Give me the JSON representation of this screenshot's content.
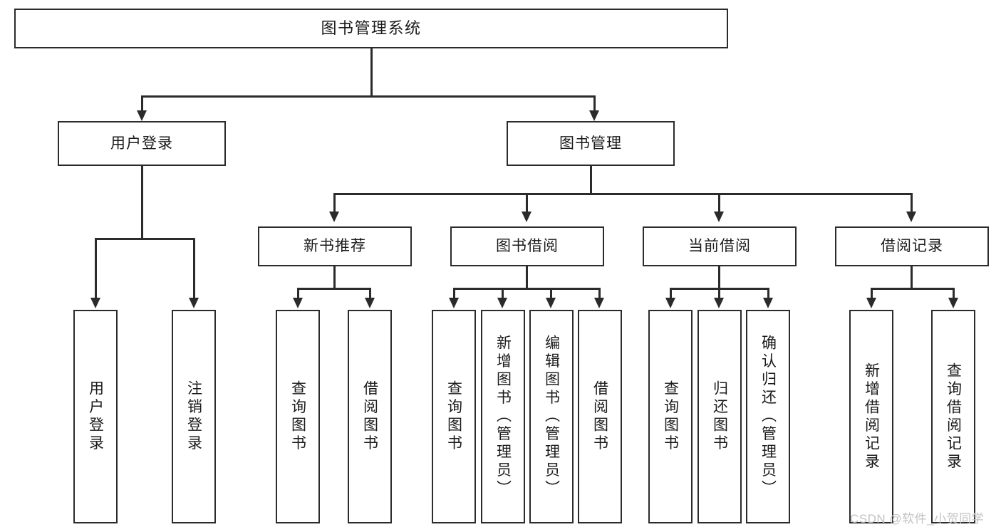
{
  "diagram": {
    "title": "图书管理系统",
    "type": "tree-hierarchy",
    "root": {
      "label": "图书管理系统"
    },
    "level2": [
      {
        "label": "用户登录"
      },
      {
        "label": "图书管理"
      }
    ],
    "level3": [
      {
        "label": "新书推荐"
      },
      {
        "label": "图书借阅"
      },
      {
        "label": "当前借阅"
      },
      {
        "label": "借阅记录"
      }
    ],
    "leaves": {
      "user_login": [
        {
          "label": "用户登录"
        },
        {
          "label": "注销登录"
        }
      ],
      "new_book_recommend": [
        {
          "label": "查询图书"
        },
        {
          "label": "借阅图书"
        }
      ],
      "book_borrow": [
        {
          "label": "查询图书"
        },
        {
          "label": "新增图书（管理员）"
        },
        {
          "label": "编辑图书（管理员）"
        },
        {
          "label": "借阅图书"
        }
      ],
      "current_borrow": [
        {
          "label": "查询图书"
        },
        {
          "label": "归还图书"
        },
        {
          "label": "确认归还（管理员）"
        }
      ],
      "borrow_record": [
        {
          "label": "新增借阅记录"
        },
        {
          "label": "查询借阅记录"
        }
      ]
    }
  },
  "watermark": {
    "text": "CSDN @软件_小贺同学"
  },
  "colors": {
    "line": "#2b2b2b",
    "box_fill": "#ffffff",
    "text": "#1a1a1a",
    "watermark": "#c3c3c3"
  }
}
